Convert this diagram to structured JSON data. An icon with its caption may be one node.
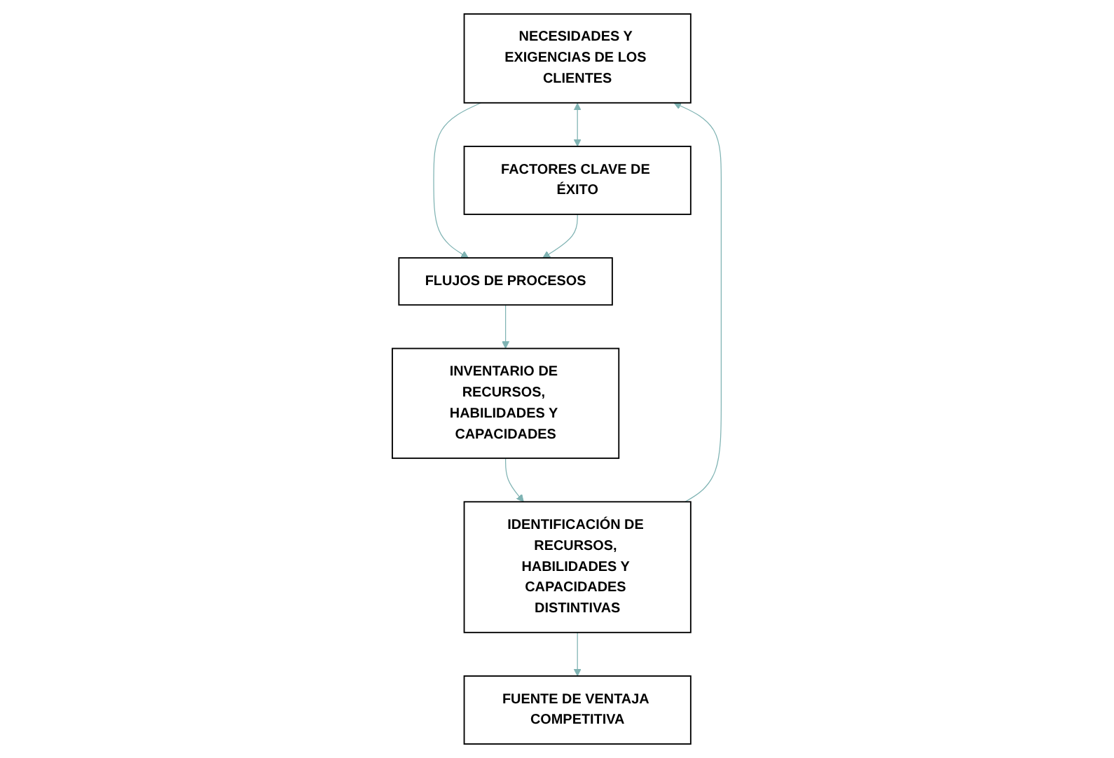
{
  "diagram": {
    "nodes": [
      {
        "text": [
          "NECESIDADES Y EXIGENCIAS DE LOS CLIENTES"
        ]
      },
      {
        "text": [
          "FACTORES CLAVE DE ÉXITO"
        ]
      },
      {
        "text": [
          "FLUJOS DE PROCESOS"
        ]
      },
      {
        "text": [
          "INVENTARIO DE RECURSOS, HABILIDADES Y CAPACIDADES"
        ]
      },
      {
        "text": [
          "IDENTIFICACIÓN DE RECURSOS, HABILIDADES Y CAPACIDADES DISTINTIVAS"
        ]
      },
      {
        "text": [
          "FUENTE DE VENTAJA COMPETITIVA"
        ]
      }
    ],
    "edges": [
      {
        "from": 0,
        "to": 1,
        "arrow": "both"
      },
      {
        "from": 0,
        "to": 2,
        "arrow": "to"
      },
      {
        "from": 1,
        "to": 2,
        "arrow": "to"
      },
      {
        "from": 2,
        "to": 3,
        "arrow": "to"
      },
      {
        "from": 3,
        "to": 4,
        "arrow": "to"
      },
      {
        "from": 4,
        "to": 5,
        "arrow": "to"
      },
      {
        "from": 4,
        "to": 0,
        "arrow": "to"
      }
    ]
  }
}
